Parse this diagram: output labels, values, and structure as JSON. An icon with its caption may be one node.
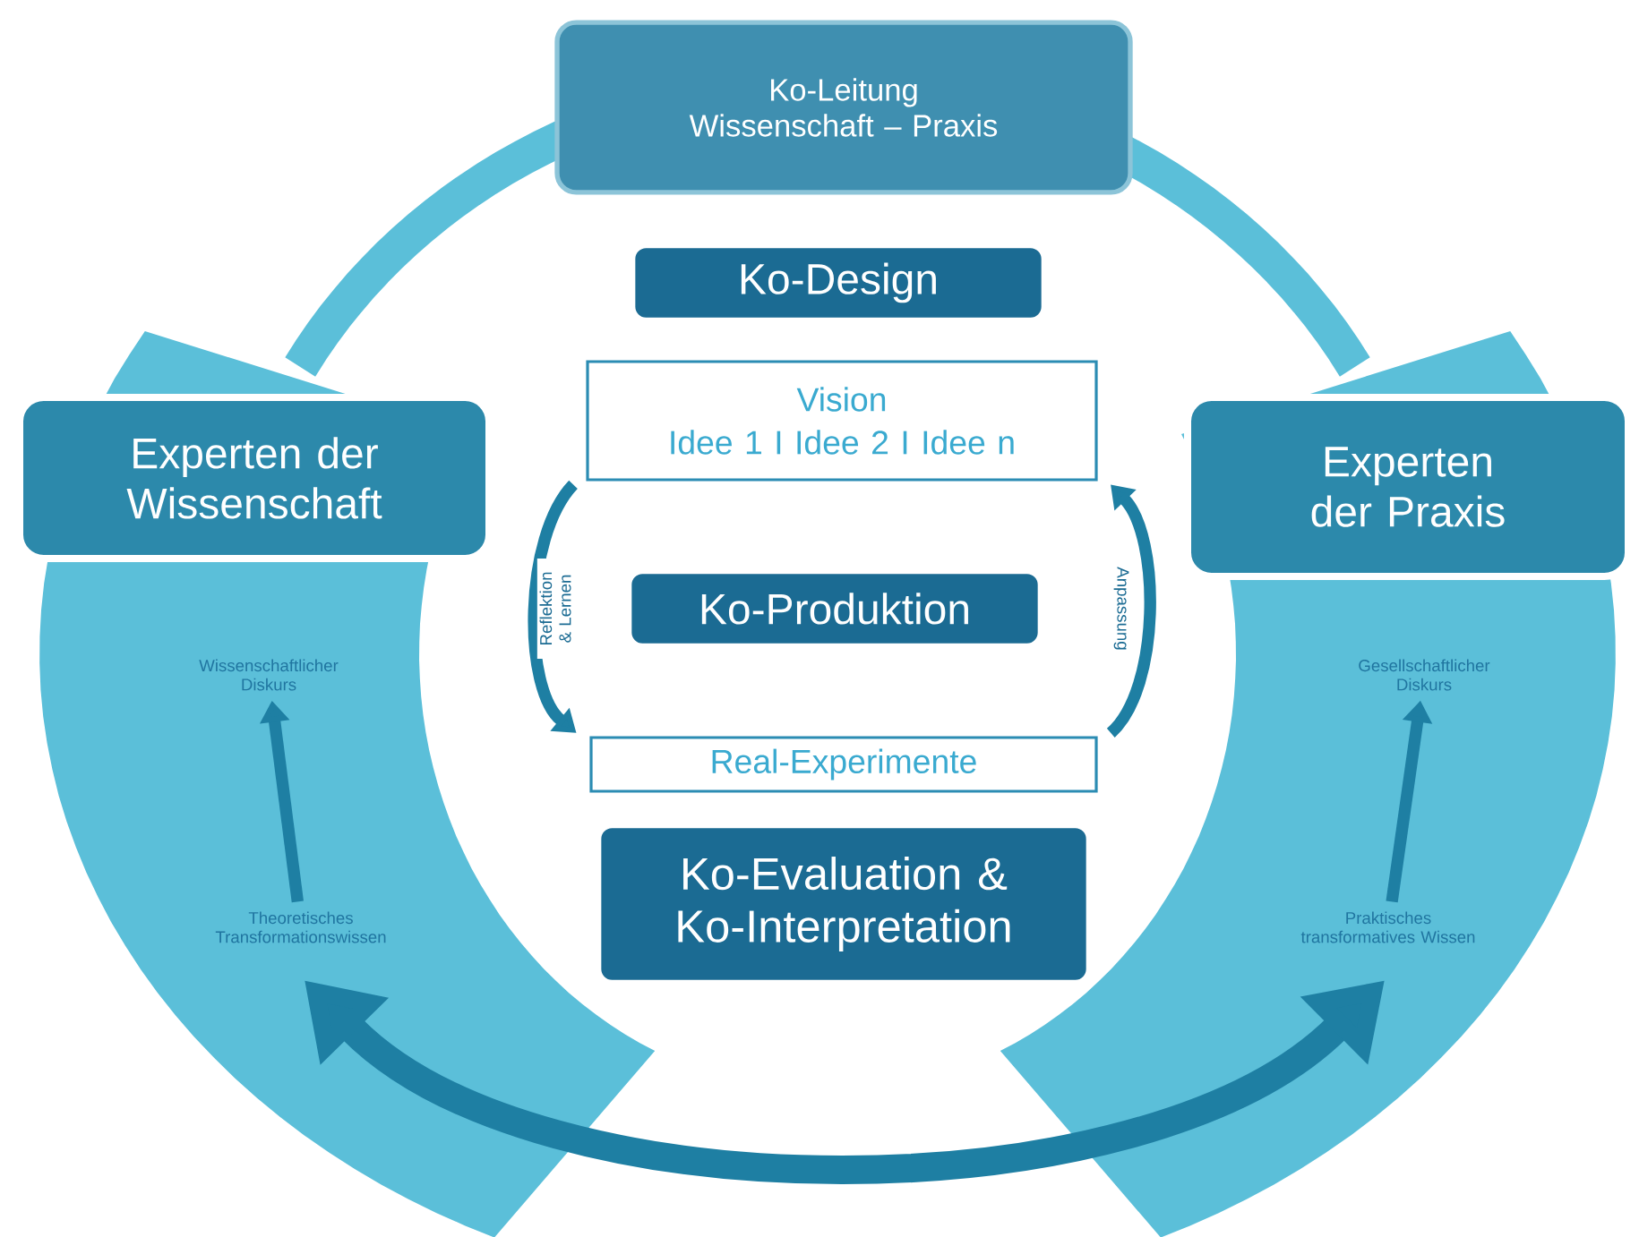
{
  "diagram": {
    "nodes": [
      {
        "text": [
          "Ko-Leitung Wissenschaft – Praxis"
        ]
      },
      {
        "text": [
          "Ko-Design"
        ]
      },
      {
        "text": [
          "Vision",
          "Idee 1 I Idee 2 I Idee n"
        ]
      },
      {
        "text": [
          "Experten der Wissenschaft"
        ]
      },
      {
        "text": [
          "Experten der Praxis"
        ]
      },
      {
        "text": [
          "Ko-Produktion"
        ]
      },
      {
        "text": [
          "Real-Experimente"
        ]
      },
      {
        "text": [
          "Ko-Evaluation & Ko-Interpretation"
        ]
      },
      {
        "text": [
          "Wissenschaftlicher Diskurs"
        ]
      },
      {
        "text": [
          "Theoretisches Transformationswissen"
        ]
      },
      {
        "text": [
          "Gesellschaftlicher Diskurs"
        ]
      },
      {
        "text": [
          "Praktisches transformatives Wissen"
        ]
      }
    ],
    "edges": [
      {
        "from": 2,
        "to": 6,
        "arrow": "to",
        "label": "Reflektion & Lernen"
      },
      {
        "from": 6,
        "to": 2,
        "arrow": "to",
        "label": "Anpassung"
      },
      {
        "from": 9,
        "to": 8,
        "arrow": "to"
      },
      {
        "from": 11,
        "to": 10,
        "arrow": "to"
      },
      {
        "from": 9,
        "to": 11,
        "arrow": "both",
        "style": "thick"
      }
    ]
  }
}
